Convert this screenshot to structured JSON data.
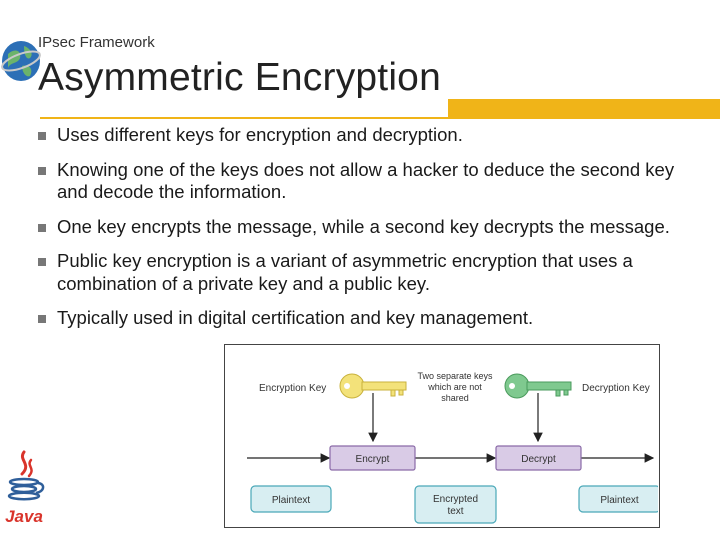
{
  "header": {
    "subtitle": "IPsec Framework",
    "title": "Asymmetric Encryption"
  },
  "bullets": [
    {
      "text": "Uses different keys for encryption and decryption."
    },
    {
      "text": "Knowing one of the keys does not allow a hacker to deduce the second key and decode the information."
    },
    {
      "text": "One key encrypts the message, while a second key decrypts the message."
    },
    {
      "text": "Public key encryption is a variant of asymmetric encryption that uses a combination of a private key and a public key."
    },
    {
      "text": "Typically used in digital certification and key management."
    }
  ],
  "diagram": {
    "encryption_key_label": "Encryption Key",
    "decryption_key_label": "Decryption Key",
    "note_line1": "Two separate keys",
    "note_line2": "which are not",
    "note_line3": "shared",
    "encrypt_label": "Encrypt",
    "decrypt_label": "Decrypt",
    "plaintext_left": "Plaintext",
    "ciphertext_line1": "Encrypted",
    "ciphertext_line2": "text",
    "plaintext_right": "Plaintext",
    "colors": {
      "yellow_key": "#f3e27a",
      "green_key": "#7fc98f",
      "process_box": "#d9cbe6",
      "process_border": "#8a6aa8",
      "text_box": "#d8eef2",
      "text_border": "#4aa8b8"
    }
  },
  "logos": {
    "globe": "globe-logo",
    "java": "java-logo",
    "java_text": "Java"
  },
  "accent_color": "#f0b418"
}
